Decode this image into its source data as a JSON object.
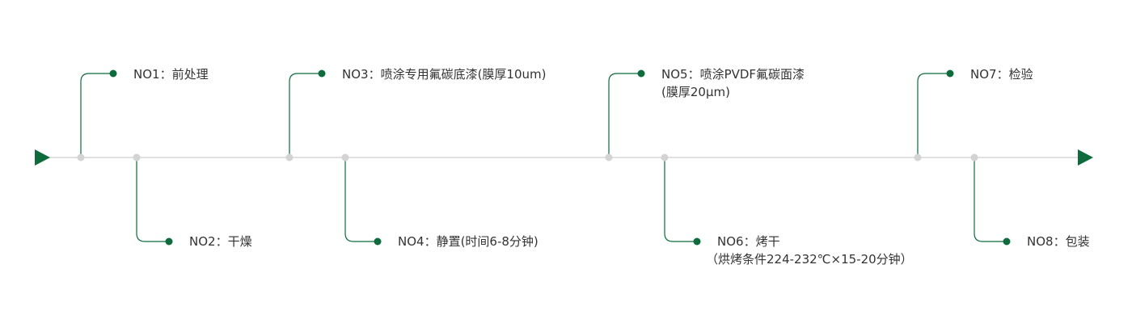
{
  "colors": {
    "accent": "#0e6b3c",
    "axis": "#d6d6d6",
    "node": "#d3d3d3",
    "text": "#333333"
  },
  "icons": {
    "start": "triangle-right-icon",
    "end": "triangle-right-icon"
  },
  "steps": [
    {
      "id": "no1",
      "label": "NO1：前处理",
      "note": ""
    },
    {
      "id": "no2",
      "label": "NO2：干燥",
      "note": ""
    },
    {
      "id": "no3",
      "label": "NO3：喷涂专用氟碳底漆(膜厚10um)",
      "note": ""
    },
    {
      "id": "no4",
      "label": "NO4：静置(时间6-8分钟)",
      "note": ""
    },
    {
      "id": "no5",
      "label": "NO5：喷涂PVDF氟碳面漆",
      "note": "(膜厚20μm)"
    },
    {
      "id": "no6",
      "label": "NO6：烤干",
      "note": "（烘烤条件224-232℃×15-20分钟）"
    },
    {
      "id": "no7",
      "label": "NO7：检验",
      "note": ""
    },
    {
      "id": "no8",
      "label": "NO8：包装",
      "note": ""
    }
  ]
}
